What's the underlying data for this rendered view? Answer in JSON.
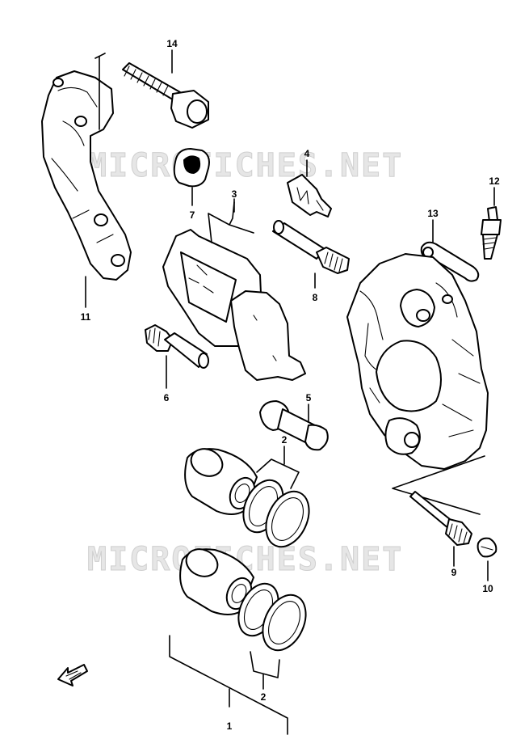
{
  "watermarks": [
    "MICROFICHES.NET",
    "MICROFICHES.NET"
  ],
  "callouts": {
    "c1": "1",
    "c2a": "2",
    "c2b": "2",
    "c3": "3",
    "c4": "4",
    "c5": "5",
    "c6": "6",
    "c7": "7",
    "c8": "8",
    "c9": "9",
    "c10": "10",
    "c11": "11",
    "c12": "12",
    "c13": "13",
    "c14": "14"
  },
  "icons": [
    "front-direction-arrow-icon"
  ]
}
